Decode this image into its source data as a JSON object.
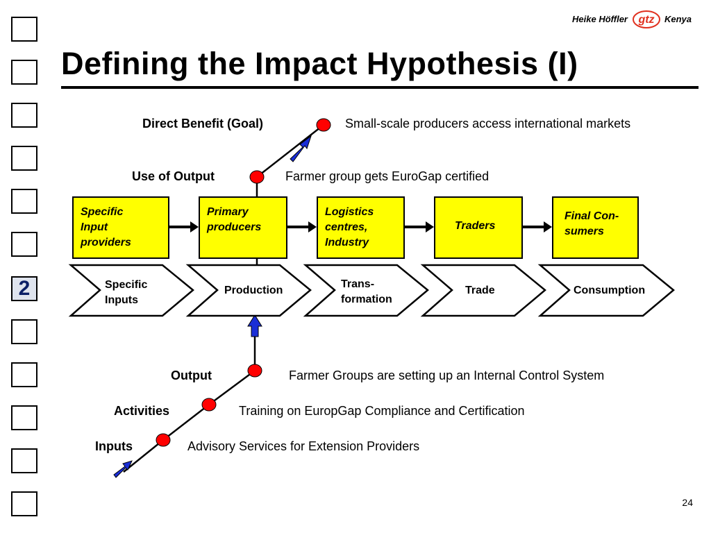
{
  "header": {
    "author": "Heike Höffler",
    "logo_text": "gtz",
    "country": "Kenya"
  },
  "title": "Defining the Impact Hypothesis (I)",
  "nav": {
    "active_label": "2"
  },
  "hierarchy": {
    "direct_benefit": {
      "label": "Direct Benefit (Goal)",
      "text": "Small-scale producers access international markets"
    },
    "use_of_output": {
      "label": "Use of Output",
      "text": "Farmer group gets EuroGap certified"
    },
    "output": {
      "label": "Output",
      "text": "Farmer Groups are setting up an Internal Control System"
    },
    "activities": {
      "label": "Activities",
      "text": "Training on EuropGap Compliance and Certification"
    },
    "inputs": {
      "label": "Inputs",
      "text": "Advisory Services for Extension Providers"
    }
  },
  "actors": [
    "Specific Input providers",
    "Primary producers",
    "Logistics centres, Industry",
    "Traders",
    "Final Con-sumers"
  ],
  "value_chain": [
    "Specific Inputs",
    "Production",
    "Trans-formation",
    "Trade",
    "Consumption"
  ],
  "colors": {
    "actor_box": "#ffff00",
    "node": "#ff0000",
    "arrow": "#1a2ed6",
    "nav_active_bg": "#dfe4ee"
  },
  "page_number": "24"
}
